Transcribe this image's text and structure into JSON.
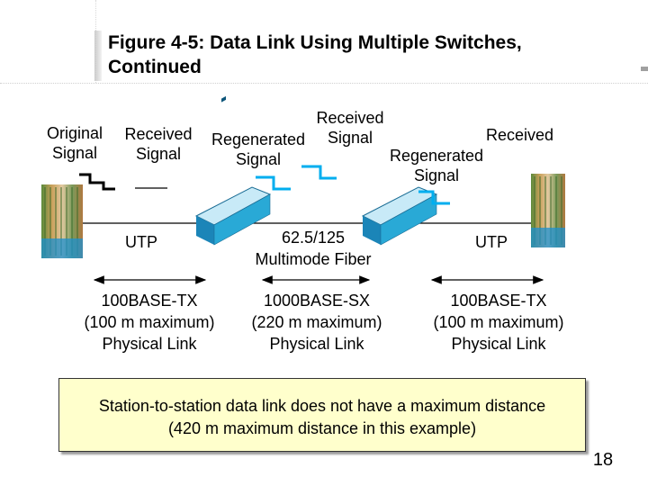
{
  "title": "Figure 4-5: Data Link Using Multiple Switches, Continued",
  "signals": {
    "original": "Original Signal",
    "received_1": "Received Signal",
    "regenerated_1": "Regenerated Signal",
    "received_2": "Received Signal",
    "received_3": "Received",
    "regenerated_2": "Regenerated Signal"
  },
  "media": {
    "utp_left": "UTP",
    "fiber": "62.5/125 Multimode Fiber",
    "utp_right": "UTP"
  },
  "links": [
    {
      "standard": "100BASE-TX",
      "limit": "(100 m maximum)",
      "type": "Physical Link"
    },
    {
      "standard": "1000BASE-SX",
      "limit": "(220 m maximum)",
      "type": "Physical Link"
    },
    {
      "standard": "100BASE-TX",
      "limit": "(100 m maximum)",
      "type": "Physical Link"
    }
  ],
  "note": {
    "line1": "Station-to-station data link does not have a maximum distance",
    "line2": "(420 m maximum distance in this example)"
  },
  "page_number": "18",
  "colors": {
    "waveform": "#00aeef",
    "switch_front": "#29a9d6",
    "switch_top": "#c8eaf7",
    "note_bg": "#ffffcc"
  }
}
